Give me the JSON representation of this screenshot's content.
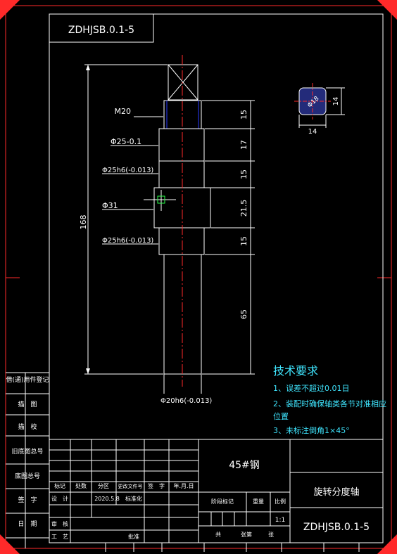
{
  "drawing_number": "ZDHJSB.0.1-5",
  "dims": {
    "thread": "M20",
    "d1": "Φ25-0.1",
    "d2": "Φ25h6(-0.013)",
    "d3": "Φ31",
    "d4": "Φ25h6(-0.013)",
    "d5": "Φ20h6(-0.013)",
    "total": "168",
    "len1": "15",
    "len2": "17",
    "len3": "15",
    "len4": "21.5",
    "len5": "15",
    "len6": "65",
    "square_h": "14",
    "square_w": "14",
    "square_d": "Φ18"
  },
  "tech": {
    "title": "技术要求",
    "items": [
      "1、误差不超过0.01日",
      "2、装配时确保轴类各节对准相应",
      "位置",
      "3、未标注倒角1×45°"
    ]
  },
  "side_labels": [
    "借(通)用件登记",
    "描　图",
    "描　校",
    "旧底图总号",
    "底图总号",
    "签　字",
    "日　期"
  ],
  "titleblock": {
    "material": "45#钢",
    "part_name": "旋转分度轴",
    "header_cells": [
      "标记",
      "处数",
      "分区",
      "更改文件号",
      "签　字",
      "年.月.日"
    ],
    "design_label": "设　计",
    "design_date": "2020.5.8",
    "standard_label": "标准化",
    "stage_label": "阶段标记",
    "weight_label": "重量",
    "scale_label": "比例",
    "scale": "1:1",
    "review_label": "审　核",
    "process_label": "工　艺",
    "approve_label": "批准",
    "sheet_total_label": "共",
    "sheet_label": "张第",
    "sheet_end_label": "张"
  }
}
